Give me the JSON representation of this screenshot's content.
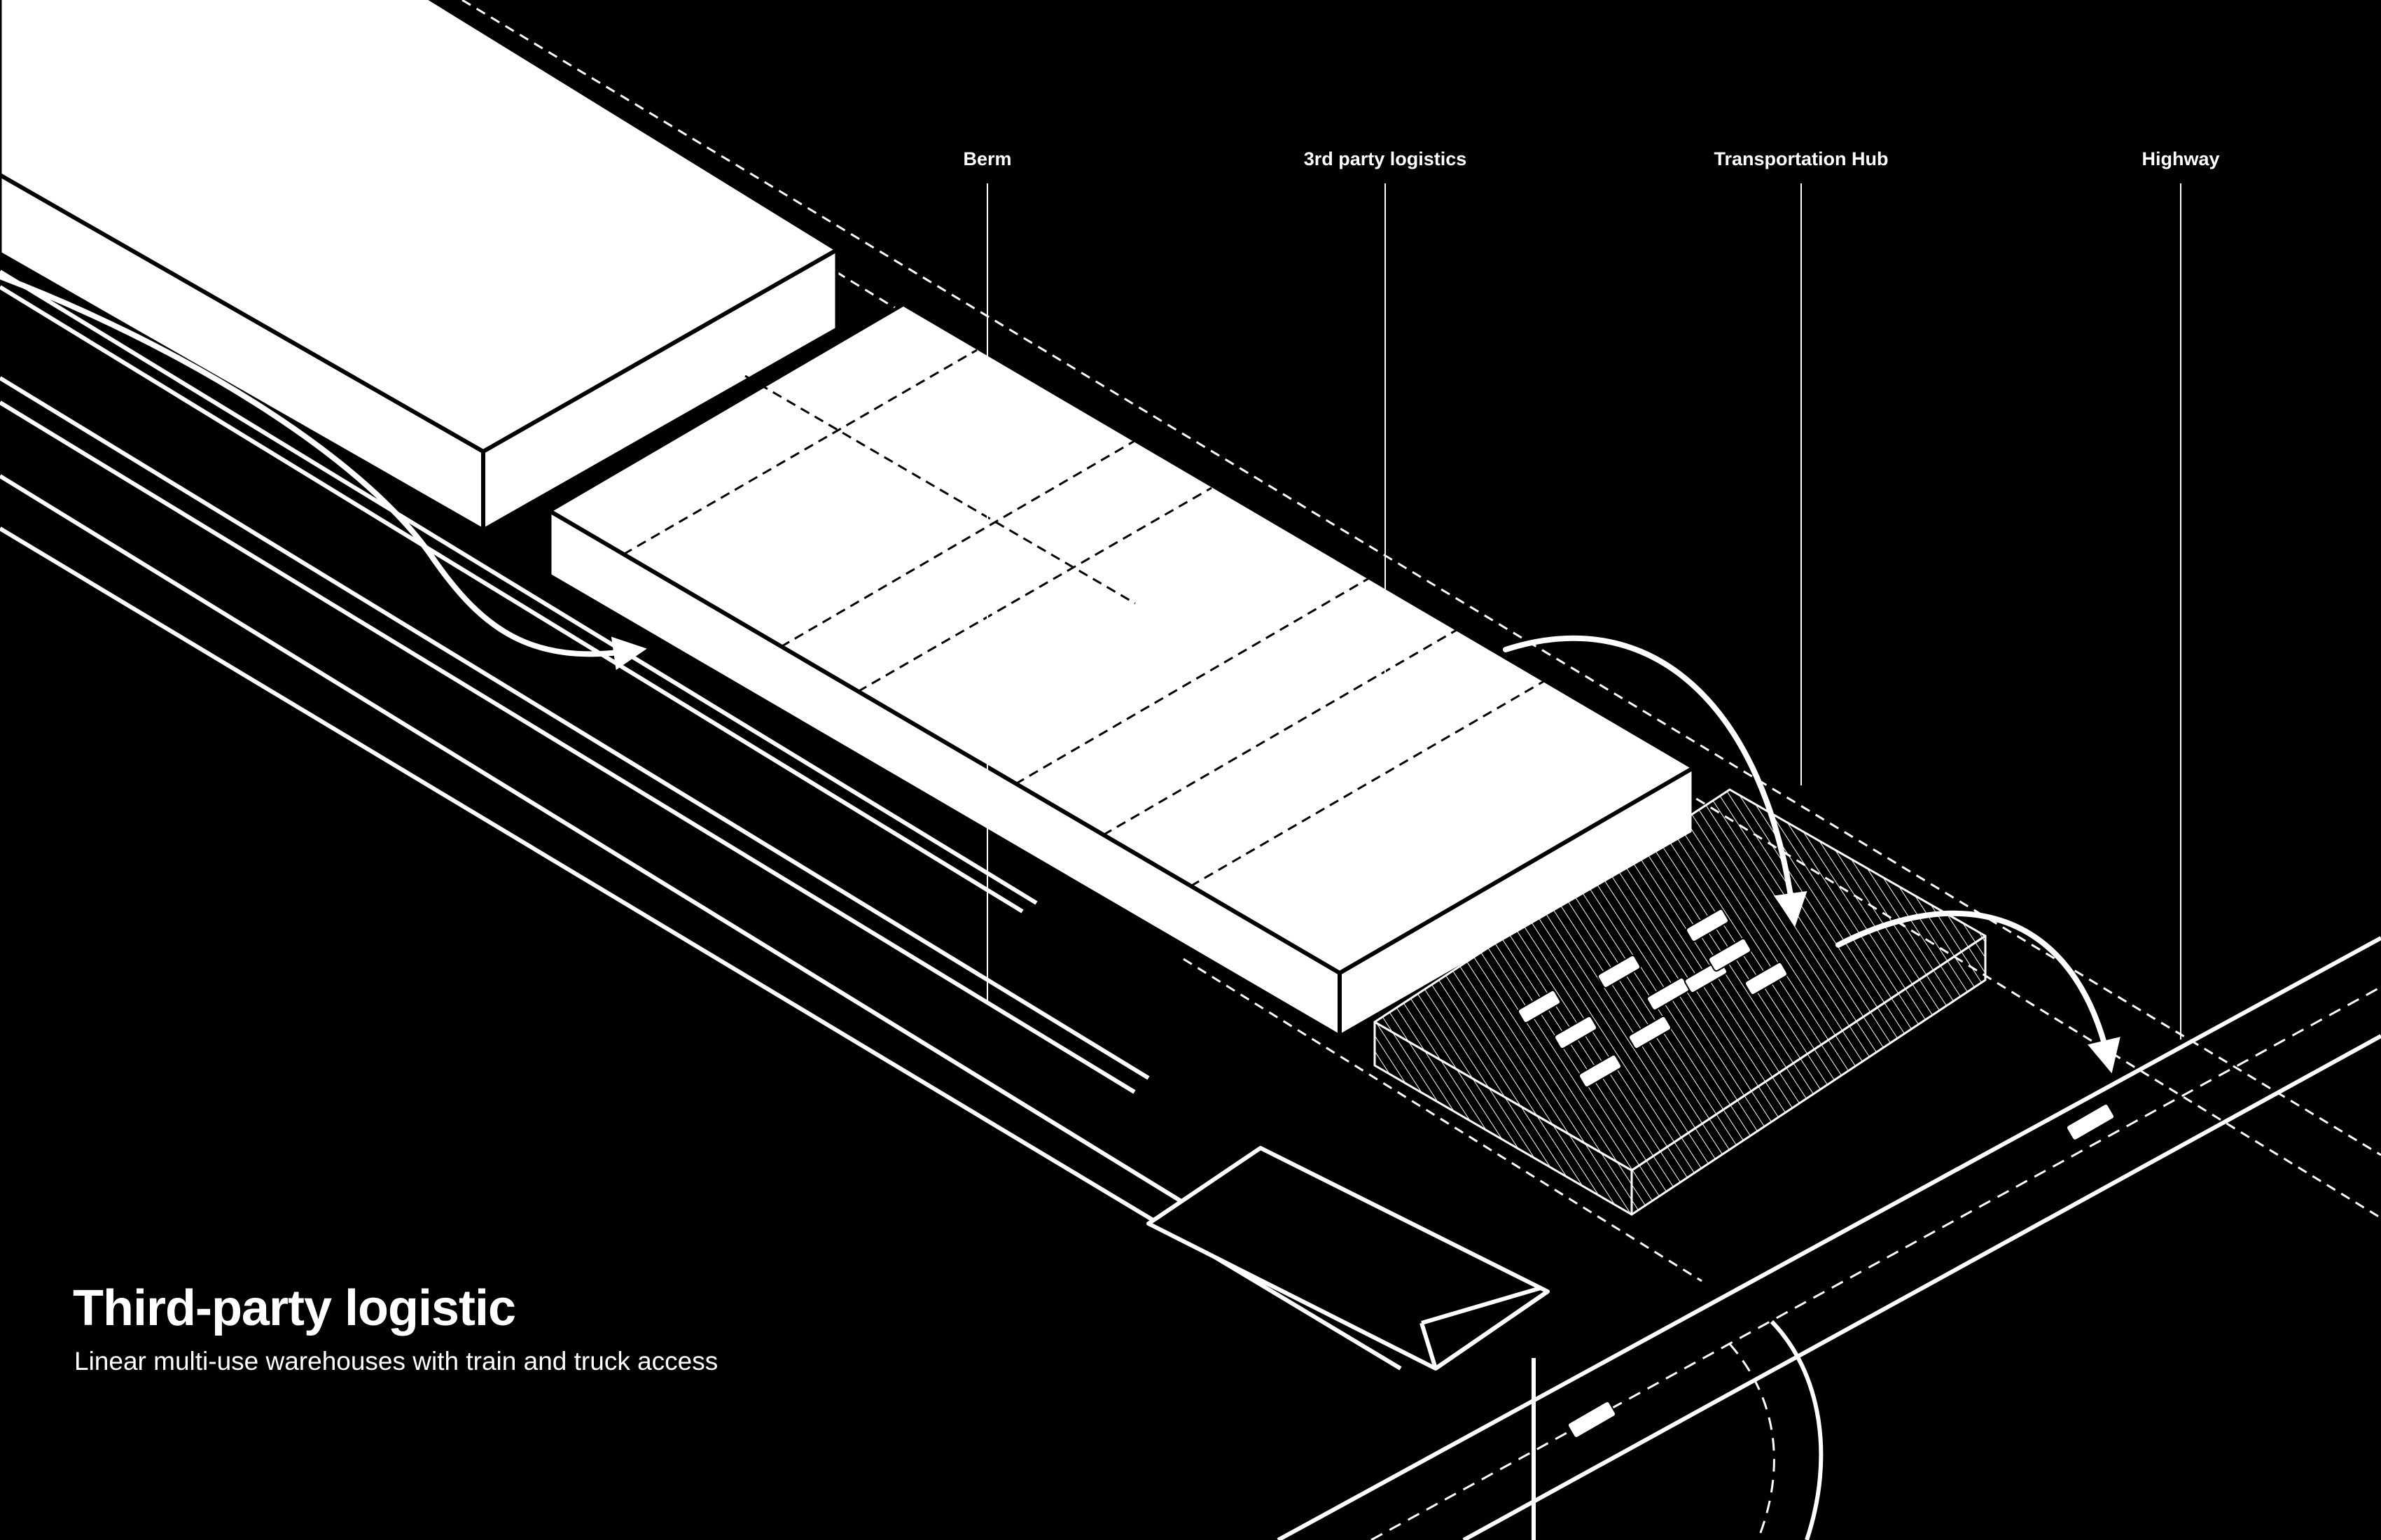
{
  "diagram": {
    "title": "Third-party logistic",
    "subtitle": "Linear multi-use warehouses with train and truck access",
    "labels": {
      "berm": "Berm",
      "third_party_logistics": "3rd party logistics",
      "transportation_hub": "Transportation Hub",
      "highway": "Highway"
    },
    "colors": {
      "background": "#000000",
      "line": "#ffffff",
      "fill": "#ffffff"
    }
  }
}
